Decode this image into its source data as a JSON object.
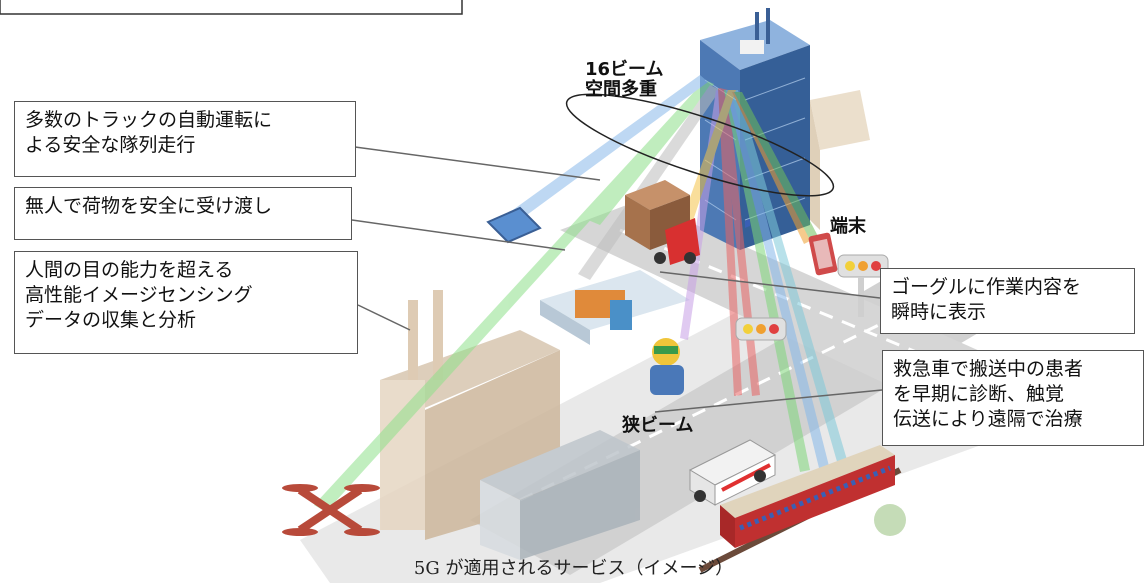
{
  "callouts": {
    "trucks": [
      "多数のトラックの自動運転に",
      "よる安全な隊列走行"
    ],
    "delivery": [
      "無人で荷物を安全に受け渡し"
    ],
    "sensing": [
      "人間の目の能力を超える",
      "高性能イメージセンシング",
      "データの収集と分析"
    ],
    "goggles": [
      "ゴーグルに作業内容を",
      "瞬時に表示"
    ],
    "ambulance": [
      "救急車で搬送中の患者",
      "を早期に診断、触覚",
      "伝送により遠隔で治療"
    ]
  },
  "labels": {
    "beams": [
      "16ビーム",
      "空間多重"
    ],
    "terminal": "端末",
    "narrow_beam": "狭ビーム"
  },
  "caption": "5G が適用されるサービス（イメージ）",
  "colors": {
    "building": "#3a5f95",
    "road": "#c9c9c9",
    "beam_green": "#7fd67a",
    "beam_blue": "#7fb7e8",
    "beam_red": "#e05a5a",
    "train": "#c03030"
  }
}
